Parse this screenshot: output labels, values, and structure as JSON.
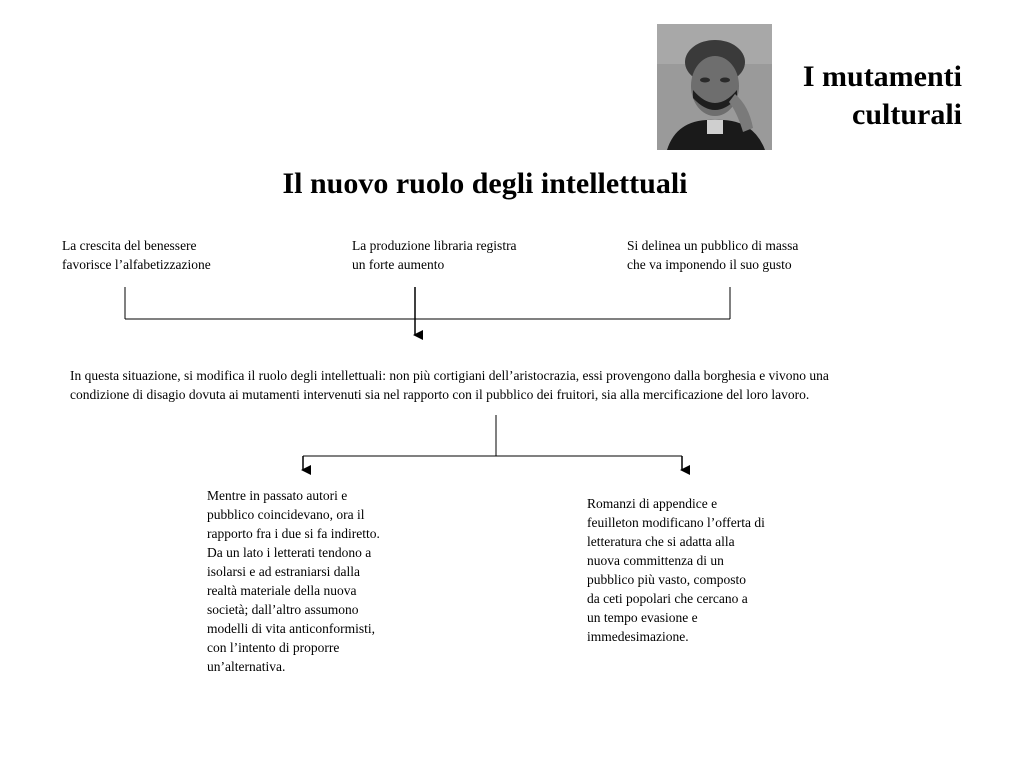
{
  "corner_title": {
    "lines": [
      "I mutamenti",
      "culturali"
    ]
  },
  "portrait": {
    "icon": "grayscale-portrait-photo"
  },
  "main_title": "Il nuovo ruolo degli intellettuali",
  "diagram": {
    "top_nodes": [
      {
        "lines": [
          "La crescita del benessere",
          "favorisce l’alfabetizzazione"
        ]
      },
      {
        "lines": [
          "La produzione libraria registra",
          "un forte aumento"
        ]
      },
      {
        "lines": [
          "Si delinea un pubblico di massa",
          "che va imponendo il suo gusto"
        ]
      }
    ],
    "center_node": {
      "lines": [
        "In questa situazione, si modifica il ruolo degli intellettuali: non più cortigiani dell’aristocrazia, essi provengono dalla borghesia e vivono una",
        "condizione di disagio dovuta ai mutamenti intervenuti sia nel rapporto con il pubblico dei fruitori, sia alla mercificazione del loro lavoro."
      ]
    },
    "bottom_nodes": [
      {
        "lines": [
          "Mentre in passato autori e",
          "pubblico coincidevano, ora il",
          "rapporto fra i due si fa indiretto.",
          "Da un lato i letterati tendono a",
          "isolarsi e ad estraniarsi dalla",
          "realtà materiale della nuova",
          "società; dall’altro assumono",
          "modelli di vita anticonformisti,",
          "con l’intento di proporre",
          "un’alternativa."
        ]
      },
      {
        "lines": [
          "Romanzi di appendice e",
          "feuilleton modificano l’offerta di",
          "letteratura che si adatta alla",
          "nuova committenza di un",
          "pubblico più vasto, composto",
          "da ceti popolari che cercano a",
          "un tempo evasione e",
          "immedesimazione."
        ]
      }
    ]
  },
  "colors": {
    "text": "#000000",
    "line": "#000000",
    "background": "#ffffff"
  }
}
